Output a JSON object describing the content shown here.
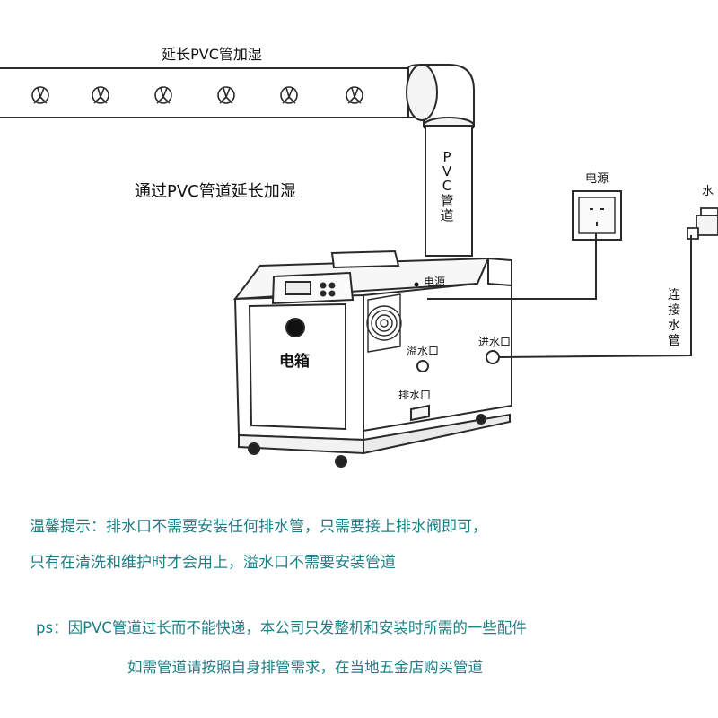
{
  "labels": {
    "pvc_extension_title": "延长PVC管加湿",
    "pvc_pipe_vertical": [
      "P",
      "V",
      "C",
      "管",
      "道"
    ],
    "extend_humidify": "通过PVC管道延长加湿",
    "power_source_label": "电源",
    "water_tap_label": "水",
    "connect_water_pipe": [
      "连",
      "接",
      "水",
      "管"
    ],
    "power_port": "电源",
    "overflow_port": "溢水口",
    "inlet_port": "进水口",
    "drain_port": "排水口",
    "electric_box": "电箱"
  },
  "notes": {
    "tip_line1": "温馨提示：排水口不需要安装任何排水管，只需要接上排水阀即可，",
    "tip_line2": "只有在清洗和维护时才会用上，溢水口不需要安装管道",
    "ps_line1": "ps：因PVC管道过长而不能快递，本公司只发整机和安装时所需的一些配件",
    "ps_line2": "如需管道请按照自身排管需求，在当地五金店购买管道"
  },
  "colors": {
    "line": "#2a2a2a",
    "note_text": "#1d7f86"
  }
}
